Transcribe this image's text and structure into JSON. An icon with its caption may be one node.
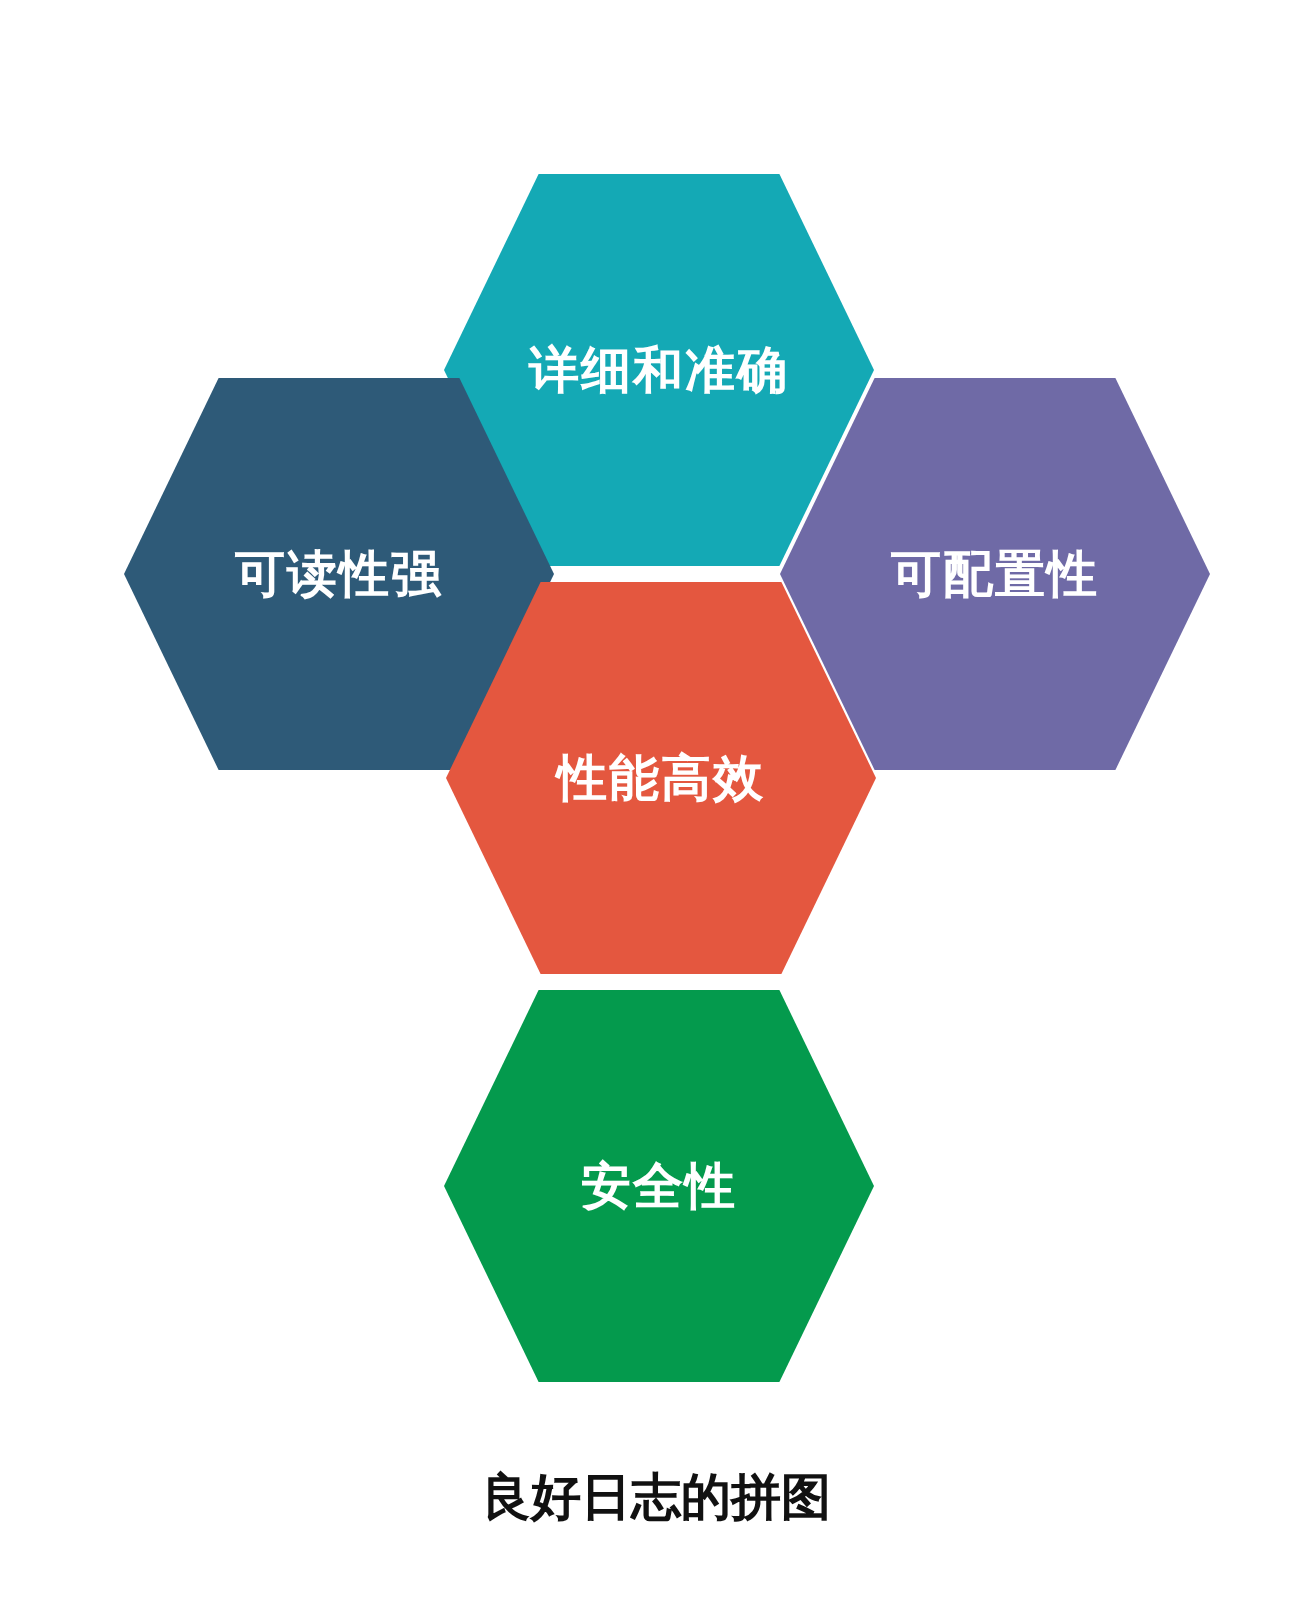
{
  "diagram": {
    "caption": "良好日志的拼图",
    "nodes": [
      {
        "text": [
          "详细和准确"
        ]
      },
      {
        "text": [
          "可读性强"
        ]
      },
      {
        "text": [
          "可配置性"
        ]
      },
      {
        "text": [
          "性能高效"
        ]
      },
      {
        "text": [
          "安全性"
        ]
      }
    ]
  }
}
